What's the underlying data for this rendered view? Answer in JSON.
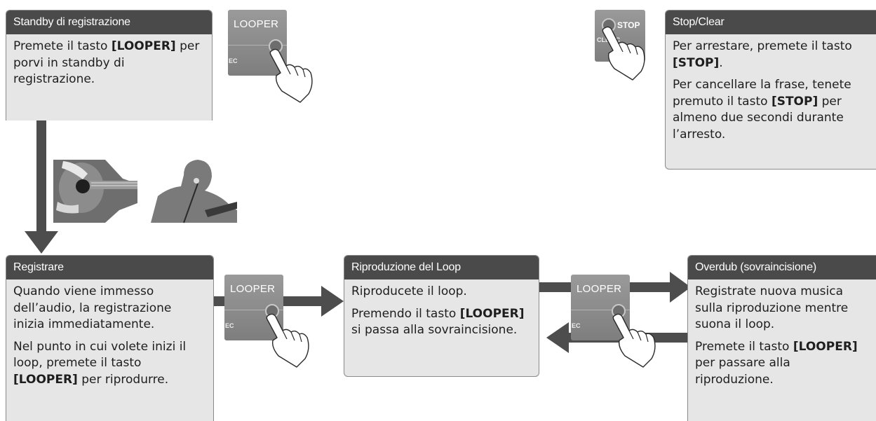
{
  "boxes": {
    "standby": {
      "title": "Standby di registrazione",
      "p1_a": "Premete il tasto ",
      "p1_b": "[LOOPER]",
      "p1_c": " per porvi in standby di registrazione."
    },
    "stop_clear": {
      "title": "Stop/Clear",
      "p1_a": "Per arrestare, premete il tasto ",
      "p1_b": "[STOP]",
      "p1_c": ".",
      "p2_a": "Per cancellare la frase, tenete premuto il tasto ",
      "p2_b": "[STOP]",
      "p2_c": " per almeno due secondi durante l’arresto."
    },
    "record": {
      "title": "Registrare",
      "p1": "Quando viene immesso dell’audio, la registrazione inizia immediatamente.",
      "p2_a": "Nel punto in cui volete inizi il loop, premete il tasto ",
      "p2_b": "[LOOPER]",
      "p2_c": " per riprodurre."
    },
    "loop_play": {
      "title": "Riproduzione del Loop",
      "p1": "Riproducete il loop.",
      "p2_a": "Premendo il tasto ",
      "p2_b": "[LOOPER]",
      "p2_c": " si passa alla sovraincisione."
    },
    "overdub": {
      "title": "Overdub (sovraincisione)",
      "p1": "Registrate nuova musica sulla riproduzione mentre suona il loop.",
      "p2_a": "Premete il tasto ",
      "p2_b": "[LOOPER]",
      "p2_c": " per passare alla riproduzione."
    }
  },
  "pedals": {
    "looper_label": "LOOPER",
    "rec_fragment": "EC",
    "stop_label": "STOP",
    "clear_fragment": "CLEA    C"
  },
  "colors": {
    "header": "#4a4a4a",
    "box_fill": "#e6e6e6",
    "arrow": "#4d4d4d",
    "pedal": "#8c8c8c"
  },
  "icons": [
    "hand-press-icon",
    "guitar-player-photo",
    "singer-guitarist-photo"
  ]
}
